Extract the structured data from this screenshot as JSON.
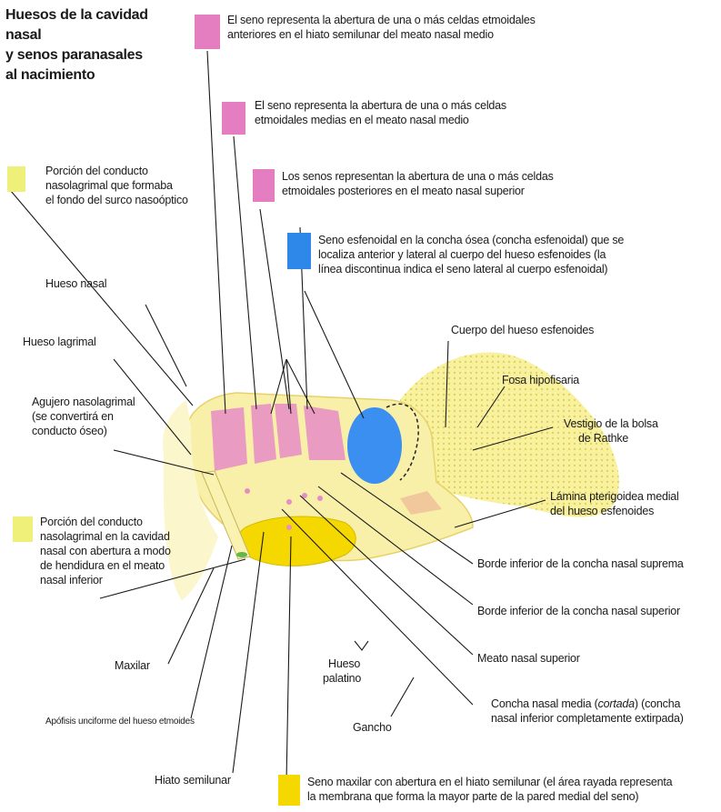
{
  "title": {
    "line1": "Huesos de la cavidad nasal",
    "line2": "y senos paranasales",
    "line3": "al nacimiento"
  },
  "colors": {
    "magenta": "#e57ec0",
    "blue": "#2e88ea",
    "yellow_key": "#eef07a",
    "yellow_maxilar": "#f5d800",
    "bone": "#f7f1a0",
    "bone_dark": "#f0dc78",
    "peach": "#f2c9a0"
  },
  "legend": {
    "anterior": {
      "line1": "El seno representa la abertura de una o más celdas etmoidales",
      "line2": "anteriores en el hiato semilunar del meato nasal medio"
    },
    "media": {
      "line1": "El seno representa la abertura de una o más celdas",
      "line2": "etmoidales medias en el meato nasal medio"
    },
    "posterior": {
      "line1": "Los senos representan la abertura de una o más celdas",
      "line2": "etmoidales posteriores en el meato nasal superior"
    },
    "esfenoidal": {
      "line1": "Seno esfenoidal en la concha ósea (concha esfenoidal) que se",
      "line2": "localiza anterior y lateral al cuerpo del hueso esfenoides (la",
      "line3": "línea discontinua indica el seno lateral al cuerpo esfenoidal)"
    },
    "surco": {
      "line1": "Porción del conducto",
      "line2": "nasolagrimal que formaba",
      "line3": "el fondo del surco nasoóptico"
    },
    "cavidad": {
      "line1": "Porción del conducto",
      "line2": "nasolagrimal en la cavidad",
      "line3": "nasal con abertura a modo",
      "line4": "de hendidura en el meato",
      "line5": "nasal inferior"
    },
    "maxilar_seno": {
      "line1": "Seno maxilar con abertura en el hiato semilunar (el área rayada representa",
      "line2": "la membrana que forma la mayor parte de la pared medial del seno)"
    }
  },
  "labels": {
    "hueso_nasal": "Hueso nasal",
    "hueso_lagrimal": "Hueso lagrimal",
    "agujero": {
      "line1": "Agujero nasolagrimal",
      "line2": "(se convertirá en",
      "line3": "conducto óseo)"
    },
    "cuerpo_esfenoides": "Cuerpo del hueso esfenoides",
    "fosa": "Fosa hipofisaria",
    "rathke": {
      "line1": "Vestigio de la bolsa",
      "line2": "de Rathke"
    },
    "lamina": {
      "line1": "Lámina pterigoidea medial",
      "line2": "del hueso esfenoides"
    },
    "borde_suprema": "Borde inferior de la concha nasal suprema",
    "borde_superior": "Borde inferior de la concha nasal superior",
    "meato_superior": "Meato nasal superior",
    "concha_media": {
      "line1_a": "Concha nasal media (",
      "line1_b": "cortada",
      "line1_c": ") (concha",
      "line2": "nasal inferior completamente extirpada)"
    },
    "maxilar": "Maxilar",
    "apofisis": "Apófisis unciforme del hueso etmoides",
    "hueso_palatino": {
      "line1": "Hueso",
      "line2": "palatino"
    },
    "gancho": "Gancho",
    "hiato": "Hiato semilunar"
  }
}
